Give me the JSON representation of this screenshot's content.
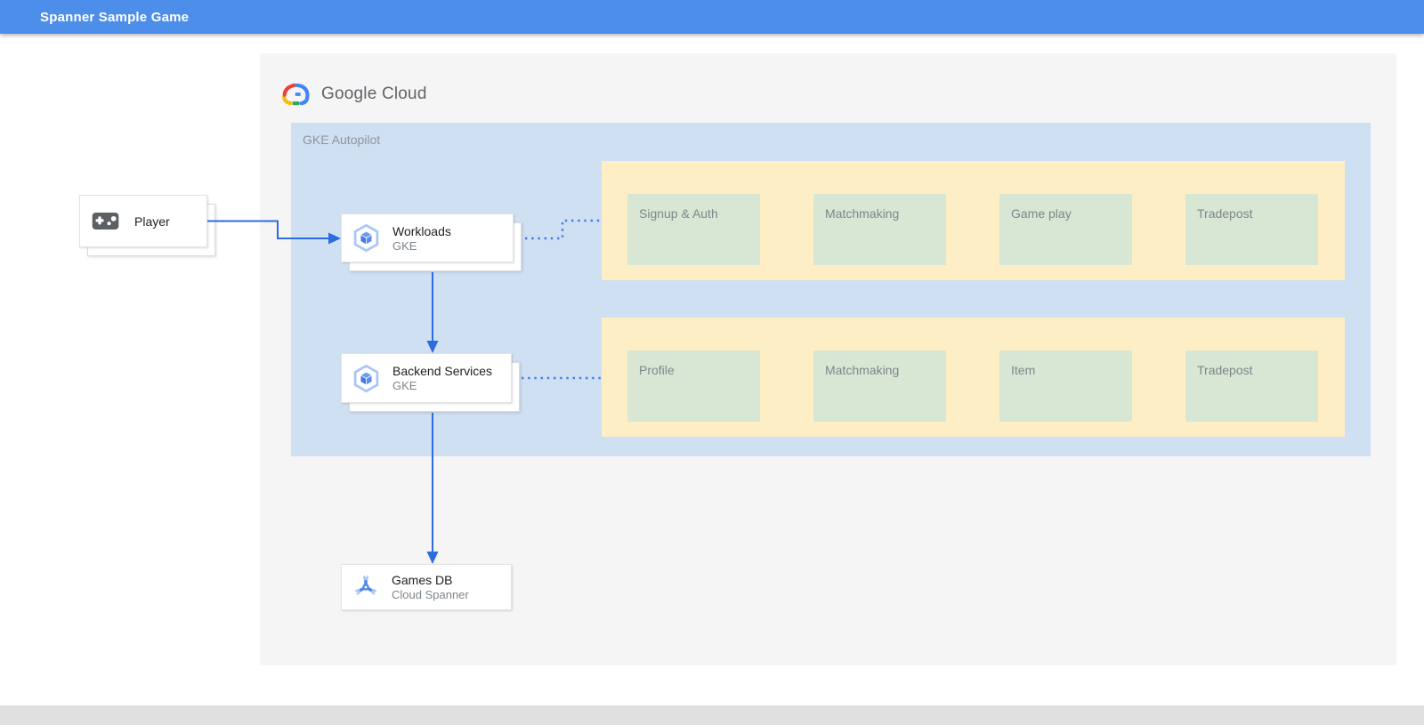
{
  "header": {
    "title": "Spanner Sample Game"
  },
  "logo": {
    "text": "Google Cloud",
    "icon": "google-cloud-logo-icon"
  },
  "diagram": {
    "zone_label": "GKE Autopilot",
    "nodes": {
      "player": {
        "label": "Player",
        "icon": "gamepad-icon"
      },
      "workloads": {
        "title": "Workloads",
        "subtitle": "GKE",
        "icon": "gke-hexagon-icon"
      },
      "backend": {
        "title": "Backend Services",
        "subtitle": "GKE",
        "icon": "gke-hexagon-icon"
      },
      "games_db": {
        "title": "Games DB",
        "subtitle": "Cloud Spanner",
        "icon": "cloud-spanner-icon"
      }
    },
    "service_rows": [
      {
        "name": "workload-services",
        "services": [
          "Signup & Auth",
          "Matchmaking",
          "Game play",
          "Tradepost"
        ]
      },
      {
        "name": "backend-services",
        "services": [
          "Profile",
          "Matchmaking",
          "Item",
          "Tradepost"
        ]
      }
    ],
    "connections": [
      {
        "from": "player",
        "to": "workloads",
        "style": "solid-arrow"
      },
      {
        "from": "workloads",
        "to": "workload-services",
        "style": "dotted"
      },
      {
        "from": "workloads",
        "to": "backend",
        "style": "solid-arrow"
      },
      {
        "from": "backend",
        "to": "backend-services",
        "style": "dotted"
      },
      {
        "from": "backend",
        "to": "games_db",
        "style": "solid-arrow"
      }
    ],
    "colors": {
      "header_bar": "#4d8eeb",
      "canvas": "#f5f5f6",
      "zone_fill": "#cfe0f2",
      "row_fill": "#fdeec5",
      "service_fill": "#d8e7d3",
      "arrow": "#2c6cdf",
      "dotted_line": "#4379e6",
      "bottom_bar": "#e0e0e0"
    },
    "icons": {
      "google-cloud-logo-icon": "multicolor-cloud",
      "gamepad-icon": "game-controller",
      "gke-hexagon-icon": "hexagon-with-cube",
      "cloud-spanner-icon": "three-arm-wrench"
    }
  }
}
